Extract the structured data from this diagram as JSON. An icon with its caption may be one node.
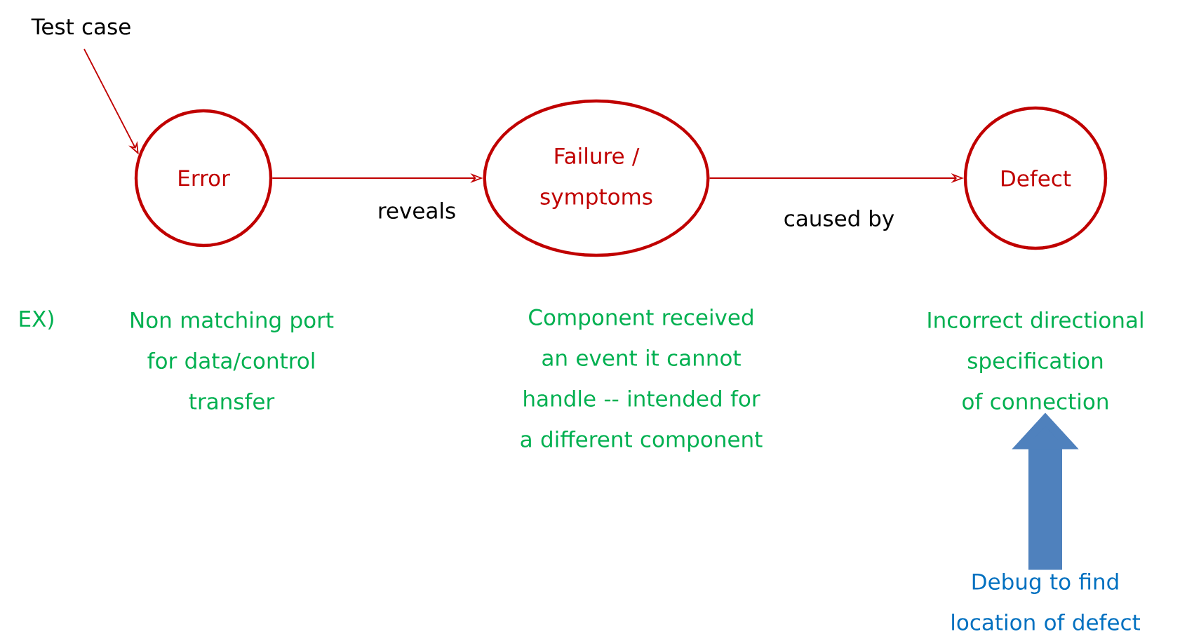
{
  "diagram": {
    "nodes": [
      {
        "text": [
          "Test case"
        ]
      },
      {
        "text": [
          "Error"
        ]
      },
      {
        "text": [
          "Failure / symptoms"
        ]
      },
      {
        "text": [
          "Defect"
        ]
      },
      {
        "text": [
          "Incorrect directional specification of connection"
        ]
      },
      {
        "text": [
          "Debug to find location of defect"
        ]
      }
    ],
    "edges": [
      {
        "from": 0,
        "to": 1,
        "arrow": "to"
      },
      {
        "from": 1,
        "to": 2,
        "arrow": "to",
        "label": "reveals"
      },
      {
        "from": 2,
        "to": 3,
        "arrow": "to",
        "label": "caused by"
      },
      {
        "from": 5,
        "to": 4,
        "arrow": "to",
        "style": "thick",
        "color": "#4f81bd"
      }
    ],
    "labels": [
      "EX)",
      "Non matching port for data/control transfer",
      "Component received an event it cannot handle -- intended for a different component"
    ]
  }
}
